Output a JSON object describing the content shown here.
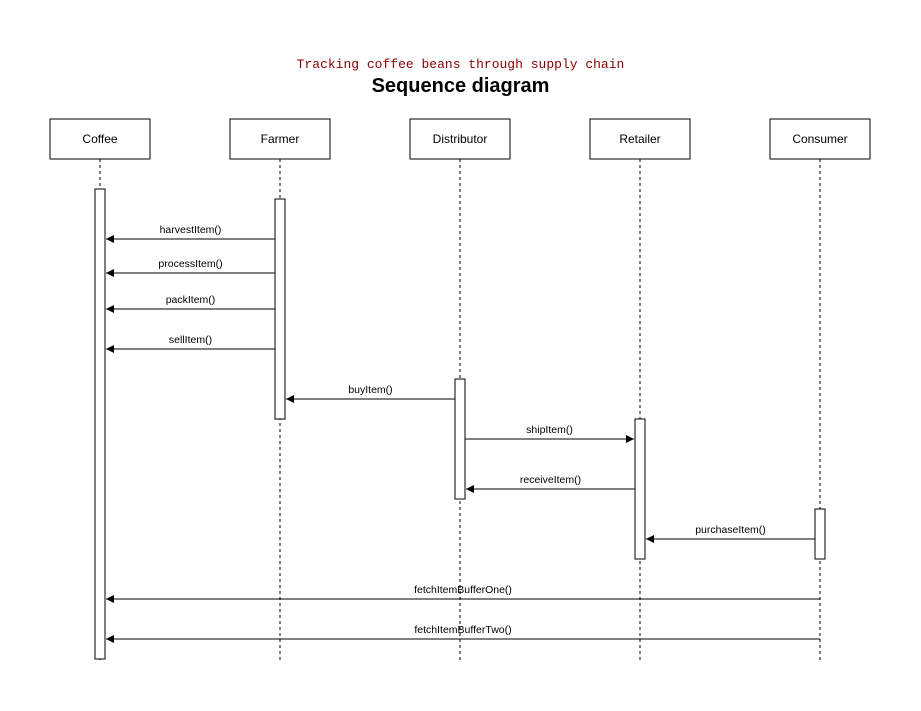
{
  "header": {
    "subtitle": "Tracking coffee beans through supply chain",
    "title": "Sequence diagram"
  },
  "actors": [
    "Coffee",
    "Farmer",
    "Distributor",
    "Retailer",
    "Consumer"
  ],
  "messages": [
    {
      "label": "harvestItem()",
      "from": "Farmer",
      "to": "Coffee"
    },
    {
      "label": "processItem()",
      "from": "Farmer",
      "to": "Coffee"
    },
    {
      "label": "packItem()",
      "from": "Farmer",
      "to": "Coffee"
    },
    {
      "label": "sellItem()",
      "from": "Farmer",
      "to": "Coffee"
    },
    {
      "label": "buyItem()",
      "from": "Distributor",
      "to": "Farmer"
    },
    {
      "label": "shipItem()",
      "from": "Distributor",
      "to": "Retailer"
    },
    {
      "label": "receiveItem()",
      "from": "Retailer",
      "to": "Distributor"
    },
    {
      "label": "purchaseItem()",
      "from": "Consumer",
      "to": "Retailer"
    },
    {
      "label": "fetchItemBufferOne()",
      "from": "Consumer",
      "to": "Coffee"
    },
    {
      "label": "fetchItemBufferTwo()",
      "from": "Consumer",
      "to": "Coffee"
    }
  ]
}
